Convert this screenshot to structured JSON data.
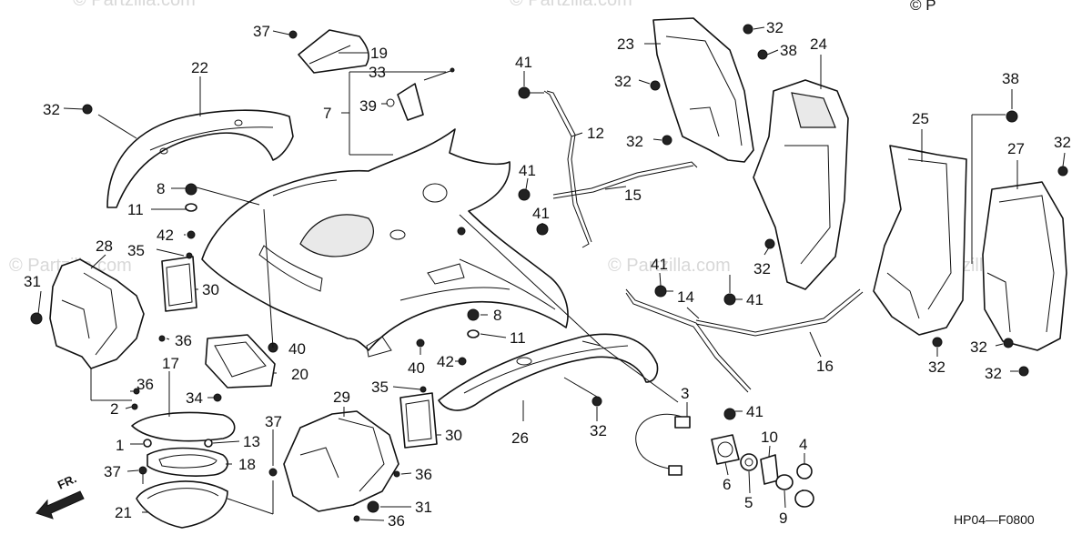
{
  "watermark": "© Partzilla.com",
  "corner_mark": "© P",
  "diagram_ref": "HP04—F0800",
  "front_label": "FR.",
  "callouts": {
    "c1": "1",
    "c2": "2",
    "c3": "3",
    "c4": "4",
    "c5": "5",
    "c6": "6",
    "c7": "7",
    "c8a": "8",
    "c8b": "8",
    "c9": "9",
    "c10": "10",
    "c11a": "11",
    "c11b": "11",
    "c12": "12",
    "c13": "13",
    "c14": "14",
    "c15": "15",
    "c16": "16",
    "c17": "17",
    "c18": "18",
    "c19": "19",
    "c20": "20",
    "c21": "21",
    "c22": "22",
    "c23": "23",
    "c24": "24",
    "c25": "25",
    "c26": "26",
    "c27": "27",
    "c28": "28",
    "c29": "29",
    "c30a": "30",
    "c30b": "30",
    "c31a": "31",
    "c31b": "31",
    "c32a": "32",
    "c32b": "32",
    "c32c": "32",
    "c32d": "32",
    "c32e": "32",
    "c32f": "32",
    "c32g": "32",
    "c32h": "32",
    "c32i": "32",
    "c32j": "32",
    "c33": "33",
    "c34": "34",
    "c35a": "35",
    "c35b": "35",
    "c36a": "36",
    "c36b": "36",
    "c36c": "36",
    "c36d": "36",
    "c37a": "37",
    "c37b": "37",
    "c37c": "37",
    "c38a": "38",
    "c38b": "38",
    "c39": "39",
    "c40a": "40",
    "c40b": "40",
    "c41a": "41",
    "c41b": "41",
    "c41c": "41",
    "c41d": "41",
    "c41e": "41",
    "c41f": "41",
    "c42a": "42",
    "c42b": "42"
  }
}
